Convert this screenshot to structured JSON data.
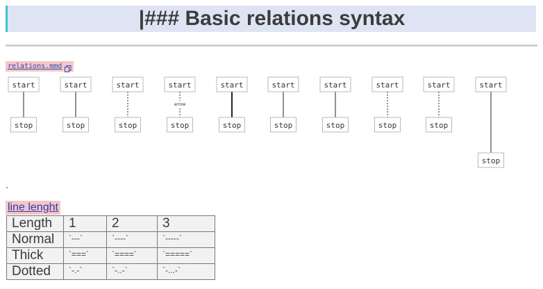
{
  "title": "|### Basic relations syntax",
  "file": {
    "name": "relations.mmd",
    "icon": "copy-icon"
  },
  "diagram": {
    "columns": [
      {
        "start": "start",
        "stop": "stop",
        "edge": "solid"
      },
      {
        "start": "start",
        "stop": "stop",
        "edge": "solid"
      },
      {
        "start": "start",
        "stop": "stop",
        "edge": "dotted"
      },
      {
        "start": "start",
        "stop": "stop",
        "edge": "dotted",
        "label": "arrow"
      },
      {
        "start": "start",
        "stop": "stop",
        "edge": "thick"
      },
      {
        "start": "start",
        "stop": "stop",
        "edge": "solid"
      },
      {
        "start": "start",
        "stop": "stop",
        "edge": "solid"
      },
      {
        "start": "start",
        "stop": "stop",
        "edge": "dotted"
      },
      {
        "start": "start",
        "stop": "stop",
        "edge": "dotted"
      },
      {
        "start": "start",
        "stop": "stop",
        "edge": "solid",
        "long": true
      }
    ]
  },
  "dot": ".",
  "link_label": "line lenght",
  "table": {
    "header": [
      "Length",
      "1",
      "2",
      "3"
    ],
    "rows": [
      [
        "Normal",
        "`---`",
        "`----`",
        "`-----`"
      ],
      [
        "Thick",
        "`===`",
        "`====`",
        "`=====`"
      ],
      [
        "Dotted",
        "`-.-`",
        "`-..-`",
        "`-...-`"
      ]
    ]
  }
}
